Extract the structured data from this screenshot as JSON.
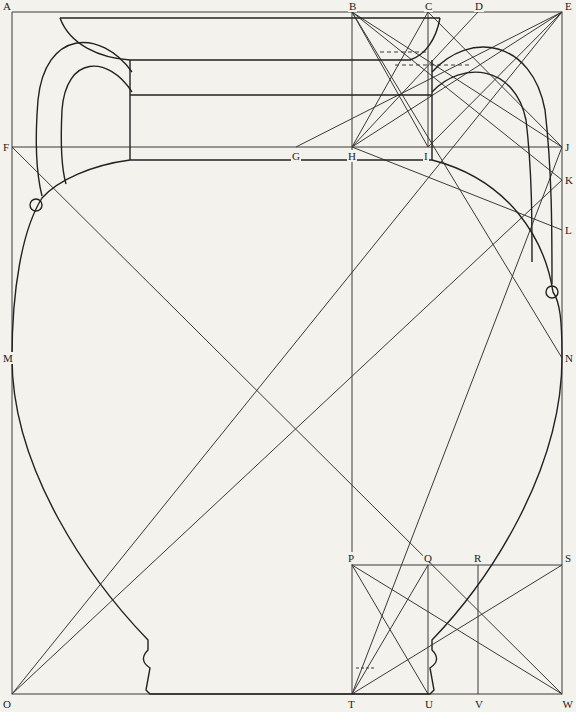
{
  "diagram": {
    "labels": [
      "A",
      "B",
      "C",
      "D",
      "E",
      "F",
      "G",
      "H",
      "I",
      "J",
      "K",
      "L",
      "M",
      "N",
      "O",
      "P",
      "Q",
      "R",
      "S",
      "T",
      "U",
      "V",
      "W"
    ]
  }
}
